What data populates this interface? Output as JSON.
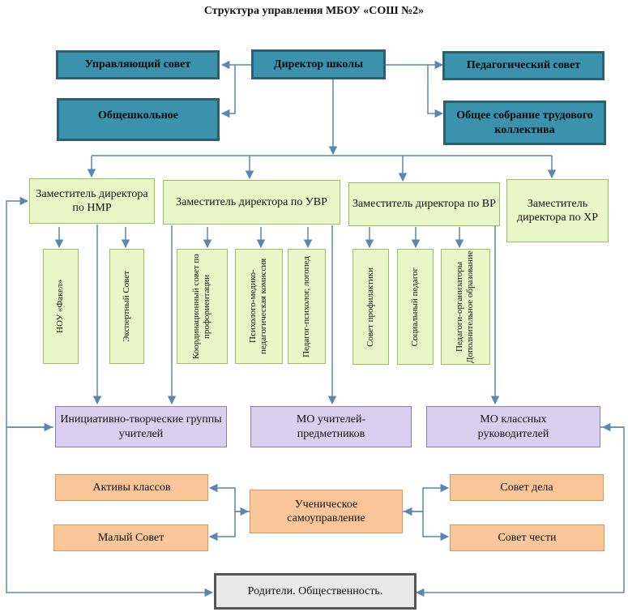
{
  "title": "Структура управления МБОУ «СОШ №2»",
  "colors": {
    "teal_box": "#3B92AD",
    "green_box": "#E9F7C8",
    "purple_box": "#D9CFEE",
    "orange_box": "#FAC599",
    "gray_box": "#E9E9E9",
    "connector": "#5C86AE"
  },
  "top": {
    "director": "Директор школы",
    "managing_council": "Управляющий совет",
    "school_wide": "Общешкольное",
    "pedagogical_council": "Педагогический совет",
    "general_meeting": "Общее собрание трудового коллектива"
  },
  "deputies": {
    "nmr": "Заместитель директора по НМР",
    "uvr": "Заместитель директора по УВР",
    "vr": "Заместитель директора по ВР",
    "hr": "Заместитель директора по ХР"
  },
  "subunits": {
    "nou_fakel": "НОУ «Факел»",
    "expert_council": "Экспертный Совет",
    "coord_council": "Координационный совет по профориентации",
    "pmpk": "Психолого-медико-педагогическая комиссия",
    "psych_speech": "Педагог-психолог, логопед",
    "prevention_council": "Совет профилактики",
    "social_teacher": "Социальный педагог",
    "organizers": "Педагоги-организаторы Дополнительное образование"
  },
  "groups": {
    "creative_groups": "Инициативно-творческие группы учителей",
    "mo_subjects": "МО учителей-предметников",
    "mo_class": "МО классных руководителей"
  },
  "student": {
    "class_assets": "Активы классов",
    "small_council": "Малый Совет",
    "self_government": "Ученическое самоуправление",
    "council_of_affairs": "Совет дела",
    "council_of_honor": "Совет чести"
  },
  "bottom": {
    "parents": "Родители. Общественность."
  }
}
